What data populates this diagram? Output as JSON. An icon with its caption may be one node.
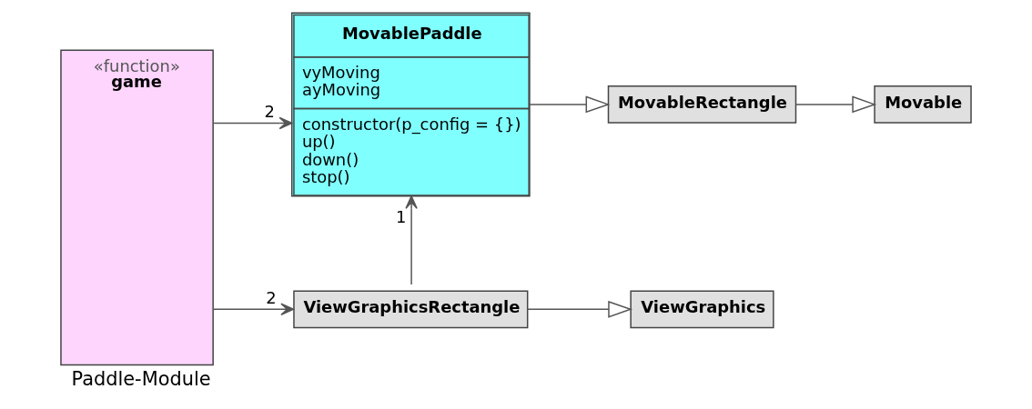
{
  "diagram": {
    "caption": "Paddle-Module",
    "nodes": [
      {
        "text": [
          "«function»",
          "game"
        ]
      },
      {
        "text": [
          "MovablePaddle",
          "vyMoving",
          "ayMoving",
          "constructor(p_config = {})",
          "up()",
          "down()",
          "stop()"
        ]
      },
      {
        "text": [
          "MovableRectangle"
        ]
      },
      {
        "text": [
          "Movable"
        ]
      },
      {
        "text": [
          "ViewGraphicsRectangle"
        ]
      },
      {
        "text": [
          "ViewGraphics"
        ]
      }
    ],
    "edges": [
      {
        "from": 0,
        "to": 1,
        "arrow": "to",
        "label": "2"
      },
      {
        "from": 1,
        "to": 2,
        "arrow": "to"
      },
      {
        "from": 2,
        "to": 3,
        "arrow": "to"
      },
      {
        "from": 0,
        "to": 4,
        "arrow": "to",
        "label": "2"
      },
      {
        "from": 4,
        "to": 1,
        "arrow": "to",
        "label": "1"
      },
      {
        "from": 4,
        "to": 5,
        "arrow": "to"
      }
    ]
  }
}
